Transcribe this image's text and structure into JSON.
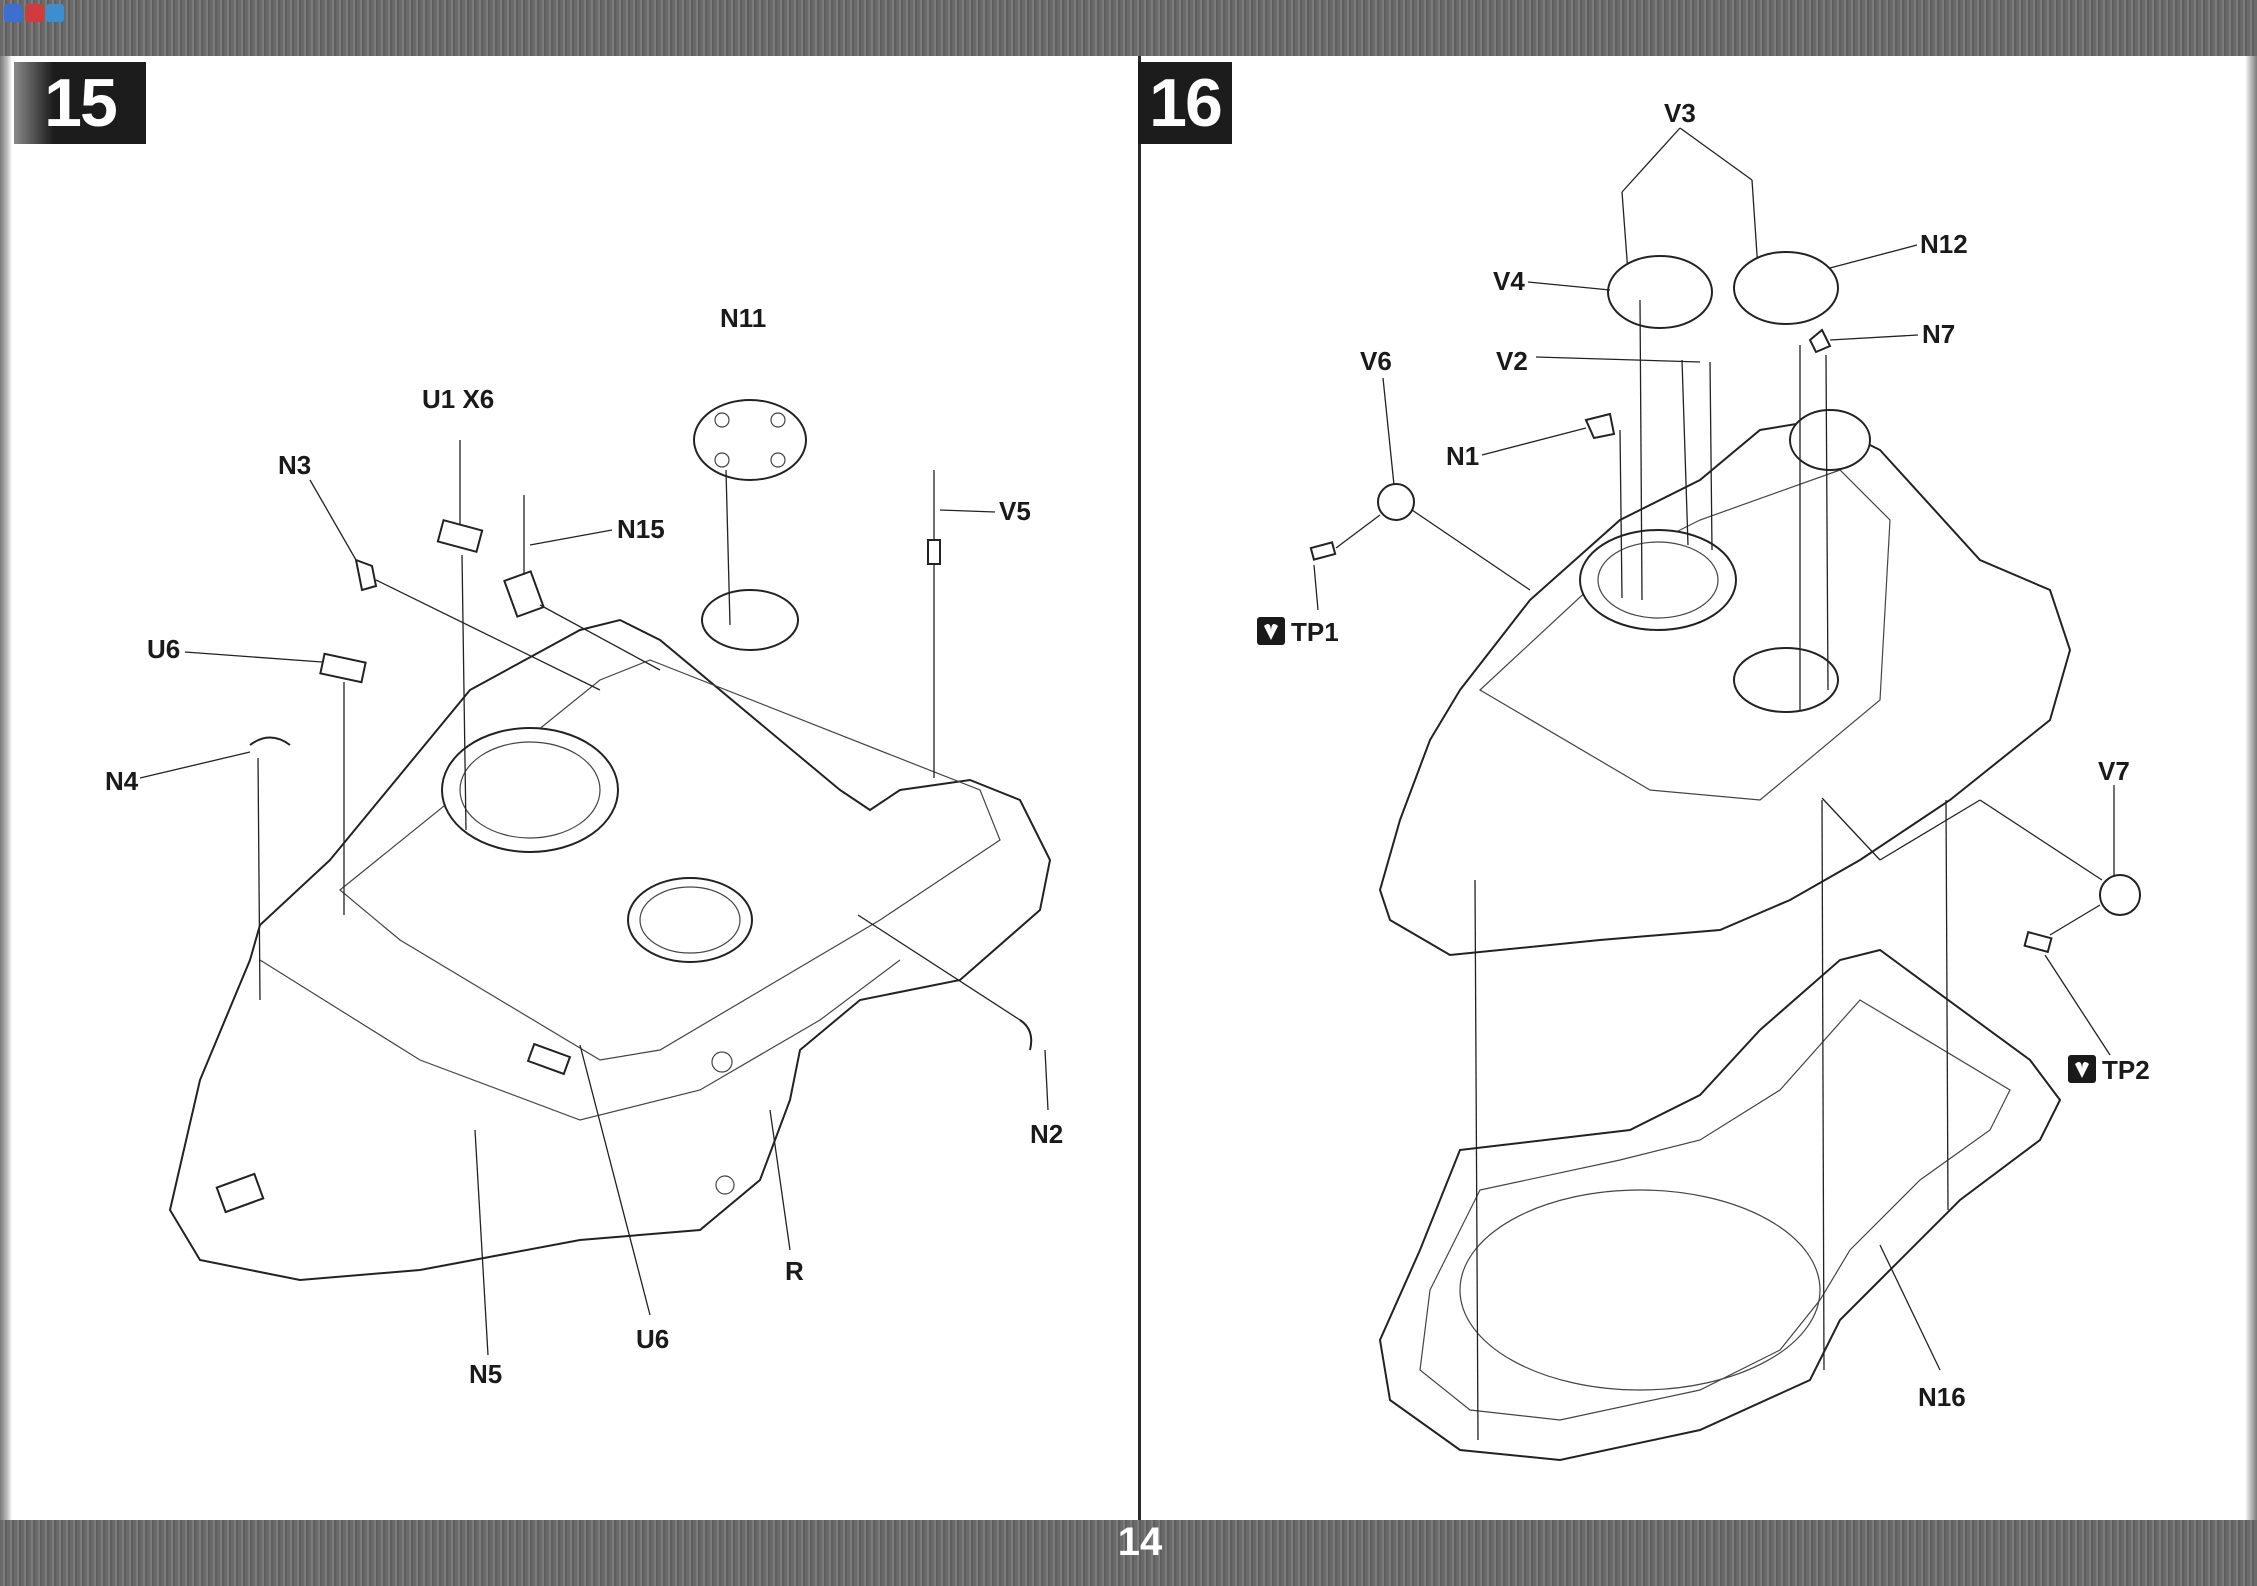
{
  "page": {
    "number": "14"
  },
  "steps": [
    {
      "id": "15",
      "label": "15",
      "parts": [
        "N11",
        "U1 X6",
        "N3",
        "N15",
        "V5",
        "U6",
        "N4",
        "N2",
        "R",
        "U6",
        "N5"
      ]
    },
    {
      "id": "16",
      "label": "16",
      "parts": [
        "V3",
        "N12",
        "V4",
        "N7",
        "V6",
        "V2",
        "N1",
        "TP1",
        "V7",
        "TP2",
        "N16"
      ]
    }
  ],
  "labels": {
    "s15_n11": "N11",
    "s15_u1x6": "U1 X6",
    "s15_n3": "N3",
    "s15_n15": "N15",
    "s15_v5": "V5",
    "s15_u6_top": "U6",
    "s15_n4": "N4",
    "s15_n2": "N2",
    "s15_r": "R",
    "s15_u6_bottom": "U6",
    "s15_n5": "N5",
    "s16_v3": "V3",
    "s16_n12": "N12",
    "s16_v4": "V4",
    "s16_n7": "N7",
    "s16_v6": "V6",
    "s16_v2": "V2",
    "s16_n1": "N1",
    "s16_tp1": "TP1",
    "s16_v7": "V7",
    "s16_tp2": "TP2",
    "s16_n16": "N16"
  },
  "icons": {
    "photo_etch": "photo-etch-icon"
  }
}
